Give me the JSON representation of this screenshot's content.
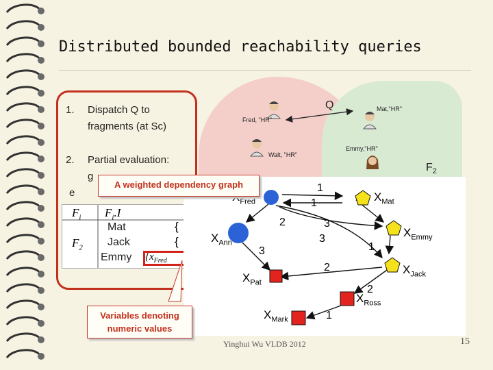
{
  "slide": {
    "title": "Distributed bounded reachability queries",
    "page_number": "15",
    "footer": "Yinghui Wu VLDB 2012"
  },
  "bullets": [
    {
      "num": "1.",
      "lines": [
        "Dispatch Q to",
        "fragments (at Sc)"
      ]
    },
    {
      "num": "2.",
      "lines": [
        "Partial evaluation:",
        "g",
        "e"
      ]
    }
  ],
  "fragment": {
    "query_label": "Q",
    "people": [
      "Fred, \"HR\"",
      "Walt, \"HR\"",
      "Mat,\"HR\"",
      "Emmy,\"HR\""
    ],
    "fragment_label": "F",
    "fragment_sub": "2"
  },
  "callouts": {
    "graph": "A weighted dependency graph",
    "variables_1": "Variables denoting",
    "variables_2": "numeric values"
  },
  "table": {
    "h1": "F",
    "h1_sub": "i",
    "h2": "F",
    "h2_sub": "i",
    "h2_suffix": ".I",
    "row_fragment": "F",
    "row_fragment_sub": "2",
    "rows": [
      "Mat",
      "Jack",
      "Emmy"
    ],
    "brace": "{",
    "emmy_value": "{x",
    "emmy_sub": "Fred"
  },
  "graph": {
    "nodes": {
      "fred": {
        "letter": "X",
        "sub": "Fred"
      },
      "mat": {
        "letter": "X",
        "sub": "Mat"
      },
      "ann": {
        "letter": "X",
        "sub": "Ann"
      },
      "emmy": {
        "letter": "X",
        "sub": "Emmy"
      },
      "jack": {
        "letter": "X",
        "sub": "Jack"
      },
      "pat": {
        "letter": "X",
        "sub": "Pat"
      },
      "ross": {
        "letter": "X",
        "sub": "Ross"
      },
      "mark": {
        "letter": "X",
        "sub": "Mark"
      }
    },
    "weights": {
      "w1": "1",
      "w2": "1",
      "w3": "2",
      "w4": "3",
      "w5": "3",
      "w6": "3",
      "w7": "1",
      "w8": "2",
      "w9": "2",
      "w10": "1"
    },
    "colors": {
      "blue": "#2b63d6",
      "yellow": "#f6e21b",
      "red": "#e3231d"
    }
  }
}
